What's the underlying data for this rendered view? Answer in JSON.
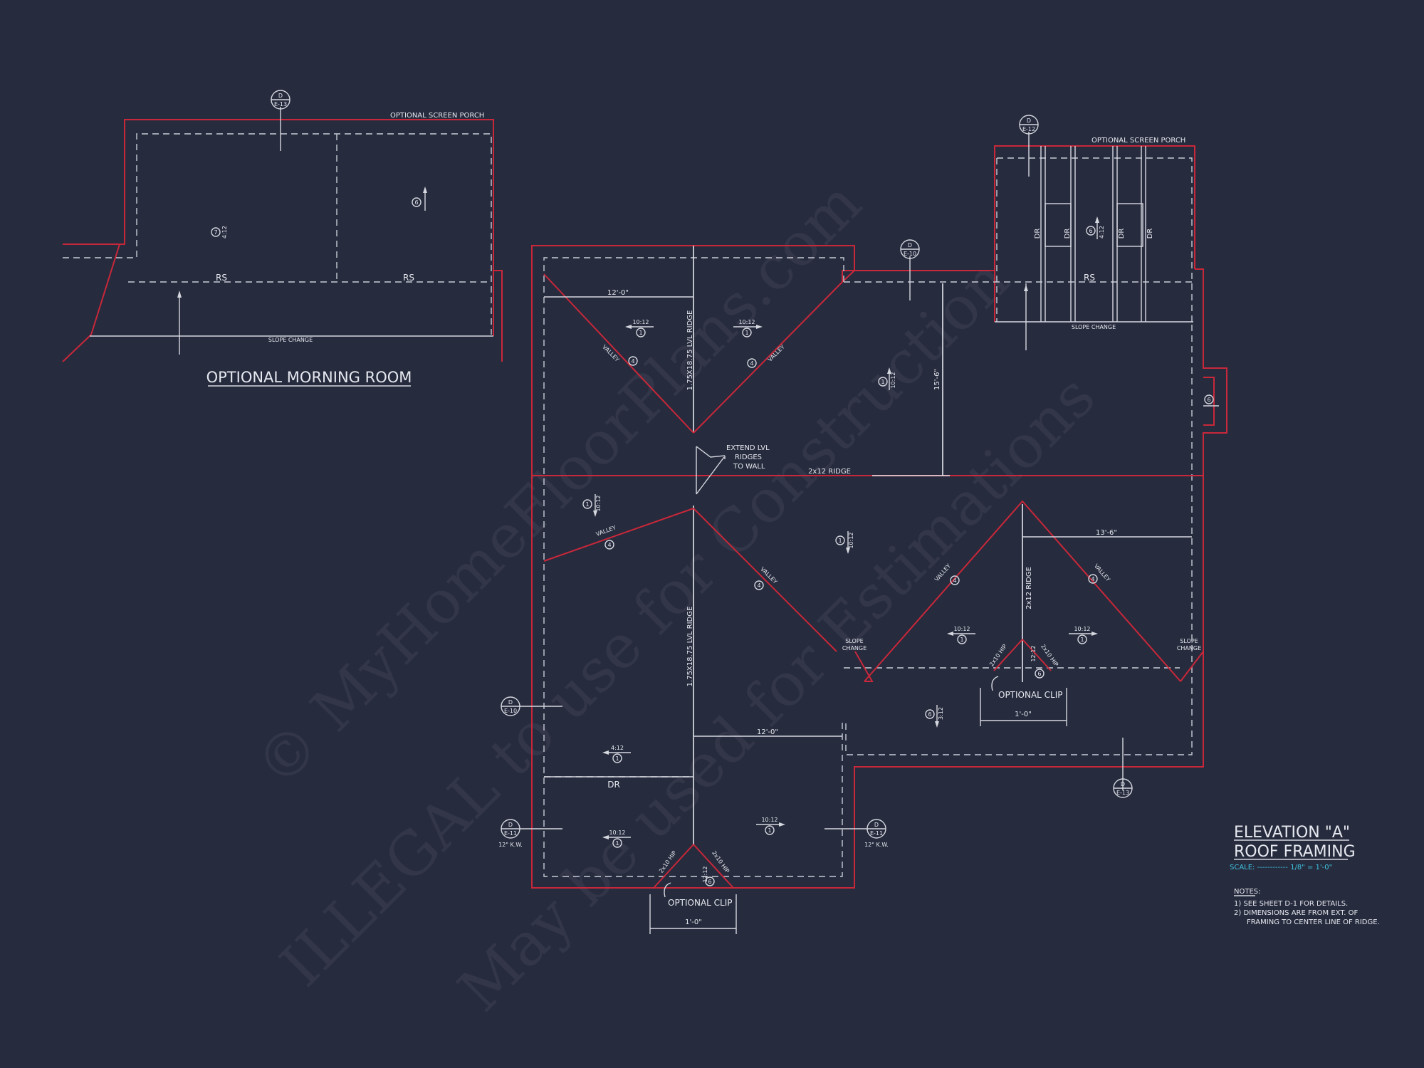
{
  "morning_room": {
    "title": "OPTIONAL MORNING ROOM",
    "porch_label": "OPTIONAL SCREEN PORCH",
    "rs_left": "RS",
    "rs_right": "RS",
    "slope_change": "SLOPE CHANGE",
    "tag_7": "7",
    "tag_7_pitch": "4:12",
    "tag_6": "6",
    "section_top": "D",
    "section_bottom": "E-13"
  },
  "main_plan": {
    "dim_12_top": "12'-0\"",
    "dim_15_6": "15'-6\"",
    "dim_13_6": "13'-6\"",
    "dim_12_mid": "12'-0\"",
    "dim_clip_right": "1'-0\"",
    "dim_clip_bottom": "1'-0\"",
    "lvl_ridge_top": "1.75X18.75 LVL RIDGE",
    "lvl_ridge_bottom": "1.75X18.75 LVL RIDGE",
    "ridge_2x12": "2x12 RIDGE",
    "ridge_right": "2x12 RIDGE",
    "extend_note_1": "EXTEND LVL",
    "extend_note_2": "RIDGES",
    "extend_note_3": "TO WALL",
    "valley": "VALLEY",
    "tag_4": "4",
    "tag_1": "1",
    "tag_6": "6",
    "pitch_10_12": "10:12",
    "pitch_4_12": "4:12",
    "pitch_3_12": "3:12",
    "pitch_12_12": "12:12",
    "hip": "2x10 HIP",
    "optional_clip": "OPTIONAL CLIP",
    "slope_change": "SLOPE CHANGE",
    "slope_1": "SLOPE",
    "slope_2": "CHANGE",
    "dr": "DR",
    "rs": "RS",
    "screen_porch": "OPTIONAL SCREEN PORCH",
    "wall_note": "12\" K.W.",
    "sec_d": "D",
    "sec_e13": "E-13",
    "sec_e10": "E-10",
    "sec_e11": "E-11",
    "sec_e12": "E-12"
  },
  "legend": {
    "title_1": "ELEVATION \"A\"",
    "title_2": "ROOF FRAMING",
    "scale": "SCALE: ------------ 1/8\" = 1'-0\"",
    "notes_heading": "NOTES:",
    "note_1": "1)  SEE SHEET D-1 FOR DETAILS.",
    "note_2": "2)  DIMENSIONS ARE FROM EXT. OF",
    "note_2b": "FRAMING TO CENTER LINE OF RIDGE."
  },
  "watermark": {
    "line_1": "© MyHomeFloorPlans.com",
    "line_2": "ILLEGAL to use for Construction",
    "line_3": "May be used for Estimations"
  },
  "colors": {
    "background": "#262b3d",
    "wall_red": "#c8283a",
    "line_white": "#d6d8e0",
    "scale_cyan": "#3fc3e0"
  }
}
